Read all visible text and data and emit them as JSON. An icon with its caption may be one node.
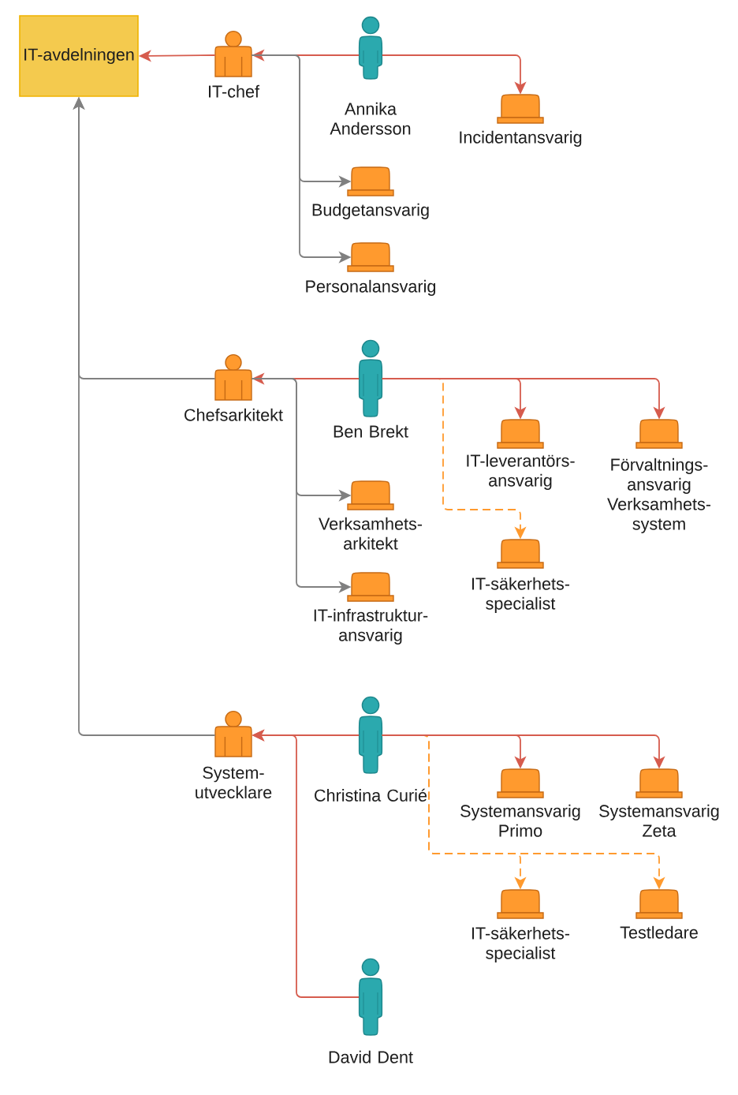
{
  "diagram": {
    "nodes": [
      {
        "text": [
          "IT-avdelningen"
        ]
      },
      {
        "text": [
          "IT-chef"
        ]
      },
      {
        "text": [
          "Annika Andersson"
        ]
      },
      {
        "text": [
          "Incidentansvarig"
        ]
      },
      {
        "text": [
          "Budgetansvarig"
        ]
      },
      {
        "text": [
          "Personalansvarig"
        ]
      },
      {
        "text": [
          "Chefsarkitekt"
        ]
      },
      {
        "text": [
          "Ben Brekt"
        ]
      },
      {
        "text": [
          "IT-leverantörs- ansvarig"
        ]
      },
      {
        "text": [
          "Förvaltnings- ansvarig Verksamhets- system"
        ]
      },
      {
        "text": [
          "Verksamhets- arkitekt"
        ]
      },
      {
        "text": [
          "IT-säkerhets- specialist"
        ]
      },
      {
        "text": [
          "IT-infrastruktur- ansvarig"
        ]
      },
      {
        "text": [
          "System- utvecklare"
        ]
      },
      {
        "text": [
          "Christina Curié"
        ]
      },
      {
        "text": [
          "Systemansvarig Primo"
        ]
      },
      {
        "text": [
          "Systemansvarig Zeta"
        ]
      },
      {
        "text": [
          "IT-säkerhets- specialist"
        ]
      },
      {
        "text": [
          "Testledare"
        ]
      },
      {
        "text": [
          "David Dent"
        ]
      }
    ],
    "edges": [
      {
        "from": 2,
        "to": 1,
        "arrow": "to"
      },
      {
        "from": 1,
        "to": 0,
        "arrow": "to"
      },
      {
        "from": 2,
        "to": 3,
        "arrow": "to"
      },
      {
        "from": 1,
        "to": 4,
        "arrow": "to",
        "color": "#808080"
      },
      {
        "from": 1,
        "to": 5,
        "arrow": "to",
        "color": "#808080"
      },
      {
        "from": 6,
        "to": 0,
        "arrow": "to",
        "color": "#808080"
      },
      {
        "from": 7,
        "to": 6,
        "arrow": "to"
      },
      {
        "from": 7,
        "to": 8,
        "arrow": "to"
      },
      {
        "from": 7,
        "to": 9,
        "arrow": "to"
      },
      {
        "from": 7,
        "to": 11,
        "arrow": "to",
        "style": "dashed",
        "color": "#ff9a2e"
      },
      {
        "from": 6,
        "to": 10,
        "arrow": "to",
        "color": "#808080"
      },
      {
        "from": 6,
        "to": 12,
        "arrow": "to",
        "color": "#808080"
      },
      {
        "from": 13,
        "to": 0,
        "arrow": "to",
        "color": "#808080"
      },
      {
        "from": 14,
        "to": 13,
        "arrow": "to"
      },
      {
        "from": 14,
        "to": 15,
        "arrow": "to"
      },
      {
        "from": 14,
        "to": 16,
        "arrow": "to"
      },
      {
        "from": 14,
        "to": 17,
        "arrow": "to",
        "style": "dashed",
        "color": "#ff9a2e"
      },
      {
        "from": 14,
        "to": 18,
        "arrow": "to",
        "style": "dashed",
        "color": "#ff9a2e"
      },
      {
        "from": 19,
        "to": 13,
        "arrow": "to"
      }
    ]
  }
}
